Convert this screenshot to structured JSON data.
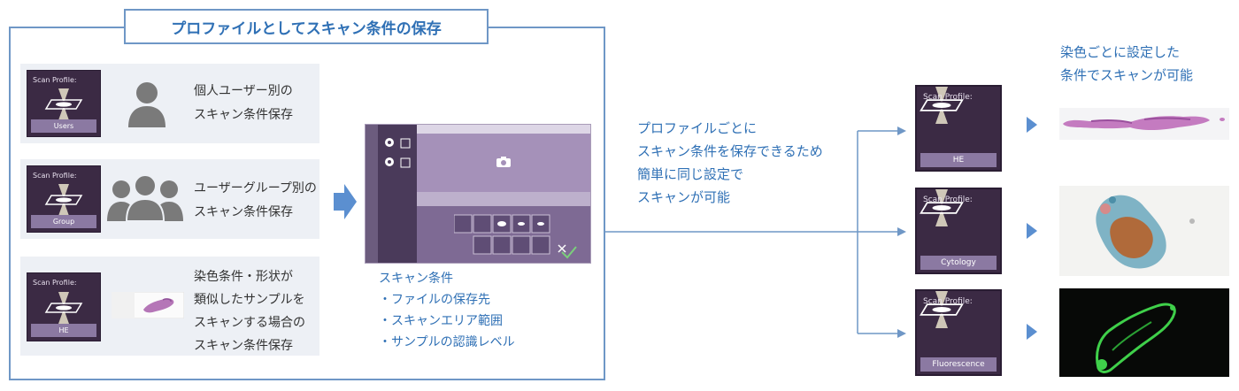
{
  "title": "プロファイルとしてスキャン条件の保存",
  "card_title": "Scan Profile:",
  "rows": [
    {
      "profile_label": "Users",
      "text": [
        "個人ユーザー別の",
        "スキャン条件保存"
      ]
    },
    {
      "profile_label": "Group",
      "text": [
        "ユーザーグループ別の",
        "スキャン条件保存"
      ]
    },
    {
      "profile_label": "HE",
      "text": [
        "染色条件・形状が",
        "類似したサンプルを",
        "スキャンする場合の",
        "スキャン条件保存"
      ]
    }
  ],
  "scan_conditions": {
    "heading": "スキャン条件",
    "items": [
      "・ファイルの保存先",
      "・スキャンエリア範囲",
      "・サンプルの認識レベル"
    ]
  },
  "middle_text": [
    "プロファイルごとに",
    "スキャン条件を保存できるため",
    "簡単に同じ設定で",
    "スキャンが可能"
  ],
  "right_heading": [
    "染色ごとに設定した",
    "条件でスキャンが可能"
  ],
  "profiles": [
    {
      "label": "HE",
      "image": "he-stained-tissue"
    },
    {
      "label": "Cytology",
      "image": "cytology-sample"
    },
    {
      "label": "Fluorescence",
      "image": "fluorescence-sample"
    }
  ],
  "colors": {
    "frame": "#6f97c6",
    "accent": "#2f70b5",
    "card": "#3b2a44",
    "card_label": "#8b79a2",
    "arrow": "#5b8fd0"
  }
}
